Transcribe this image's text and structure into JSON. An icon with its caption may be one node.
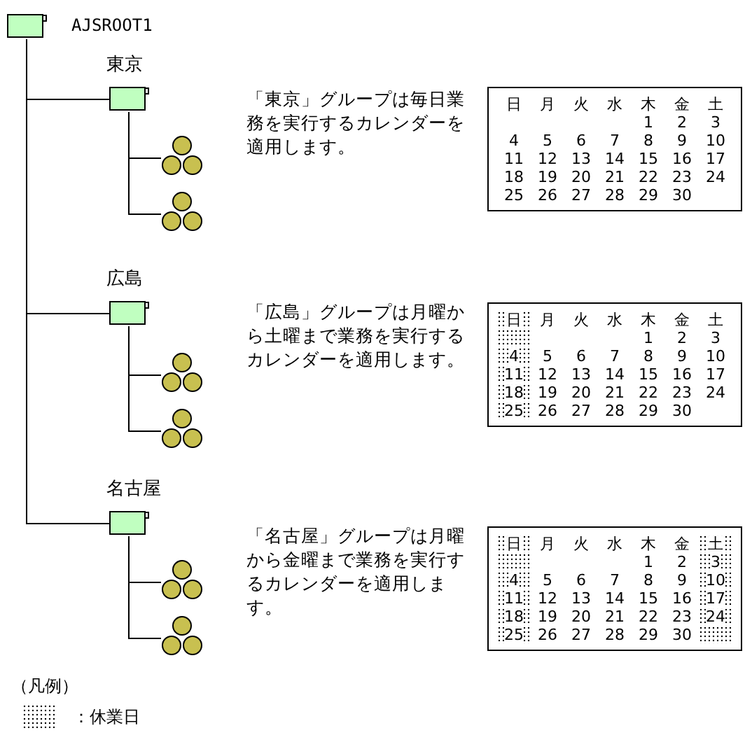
{
  "diagram": {
    "nodes": [
      {
        "text": [
          "AJSROOT1"
        ]
      },
      {
        "text": [
          "東京"
        ]
      },
      {
        "text": [],
        "shape": "circle"
      },
      {
        "text": [],
        "shape": "circle"
      },
      {
        "text": [
          "広島"
        ]
      },
      {
        "text": [],
        "shape": "circle"
      },
      {
        "text": [],
        "shape": "circle"
      },
      {
        "text": [
          "名古屋"
        ]
      },
      {
        "text": [],
        "shape": "circle"
      },
      {
        "text": [],
        "shape": "circle"
      }
    ],
    "edges": [
      {
        "from": 0,
        "to": 1,
        "arrow": "none"
      },
      {
        "from": 1,
        "to": 2,
        "arrow": "none"
      },
      {
        "from": 1,
        "to": 3,
        "arrow": "none"
      },
      {
        "from": 0,
        "to": 4,
        "arrow": "none"
      },
      {
        "from": 4,
        "to": 5,
        "arrow": "none"
      },
      {
        "from": 4,
        "to": 6,
        "arrow": "none"
      },
      {
        "from": 0,
        "to": 7,
        "arrow": "none"
      },
      {
        "from": 7,
        "to": 8,
        "arrow": "none"
      },
      {
        "from": 7,
        "to": 9,
        "arrow": "none"
      }
    ],
    "labels": [
      "「東京」グループは毎日業務を実行するカレンダーを適用します。",
      "日",
      "月",
      "火",
      "水",
      "木",
      "金",
      "土",
      "1",
      "2",
      "3",
      "4",
      "5",
      "6",
      "7",
      "8",
      "9",
      "10",
      "11",
      "12",
      "13",
      "14",
      "15",
      "16",
      "17",
      "18",
      "19",
      "20",
      "21",
      "22",
      "23",
      "24",
      "25",
      "26",
      "27",
      "28",
      "29",
      "30",
      "「広島」グループは月曜から土曜まで業務を実行するカレンダーを適用します。",
      "日",
      "月",
      "火",
      "水",
      "木",
      "金",
      "土",
      "1",
      "2",
      "3",
      "4",
      "5",
      "6",
      "7",
      "8",
      "9",
      "10",
      "11",
      "12",
      "13",
      "14",
      "15",
      "16",
      "17",
      "18",
      "19",
      "20",
      "21",
      "22",
      "23",
      "24",
      "25",
      "26",
      "27",
      "28",
      "29",
      "30",
      "「名古屋」グループは月曜から金曜まで業務を実行するカレンダーを適用します。",
      "日",
      "月",
      "火",
      "水",
      "木",
      "金",
      "土",
      "1",
      "2",
      "3",
      "4",
      "5",
      "6",
      "7",
      "8",
      "9",
      "10",
      "11",
      "12",
      "13",
      "14",
      "15",
      "16",
      "17",
      "18",
      "19",
      "20",
      "21",
      "22",
      "23",
      "24",
      "25",
      "26",
      "27",
      "28",
      "29",
      "30",
      "（凡例）"
    ],
    "legend": [
      {
        "text": "：休業日"
      }
    ]
  }
}
